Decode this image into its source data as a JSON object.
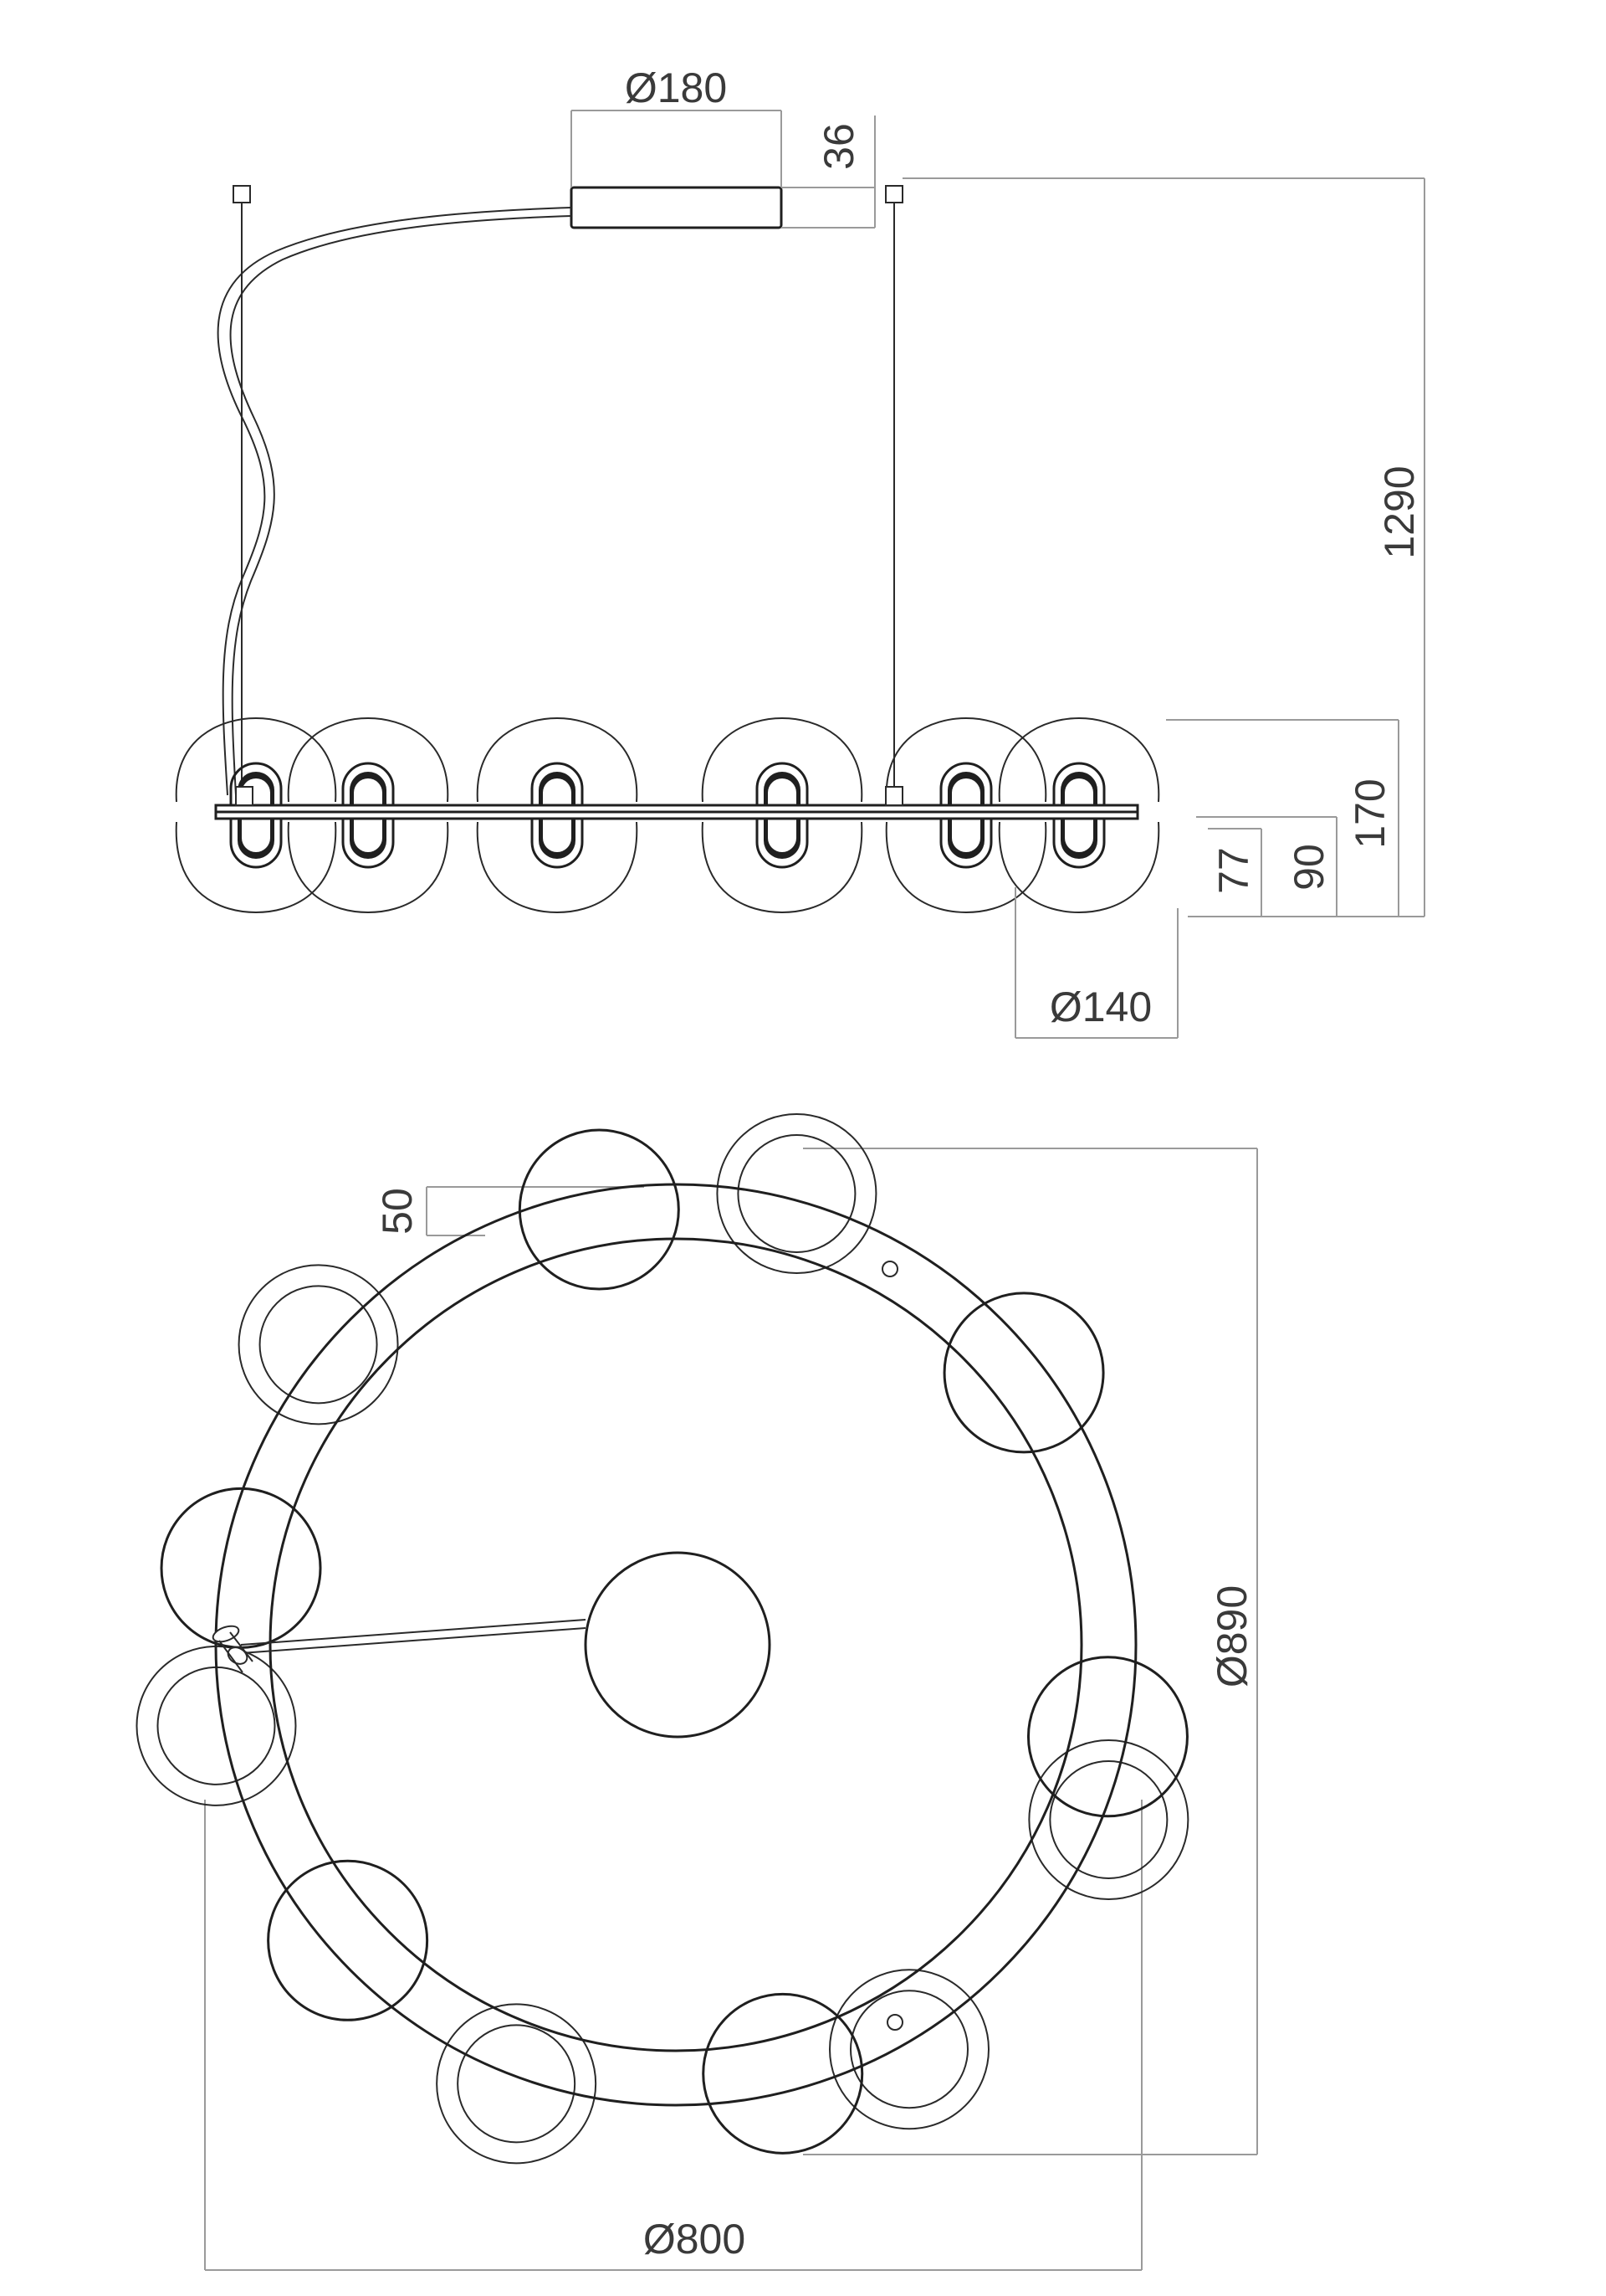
{
  "drawing": {
    "colors": {
      "line": "#1f1f1f",
      "dimension_line": "#9a9a9a",
      "dimension_text": "#3a3a3a",
      "background": "#ffffff"
    },
    "side_view": {
      "dim_canopy_diameter": "Ø180",
      "dim_canopy_height": "36",
      "dim_total_height": "1290",
      "dim_module_height": "170",
      "dim_lower_height": "90",
      "dim_bar_to_bottom": "77",
      "dim_shade_diameter": "Ø140"
    },
    "top_view": {
      "dim_globe_offset": "50",
      "dim_outer_diameter": "Ø890",
      "dim_ring_diameter": "Ø800"
    }
  }
}
